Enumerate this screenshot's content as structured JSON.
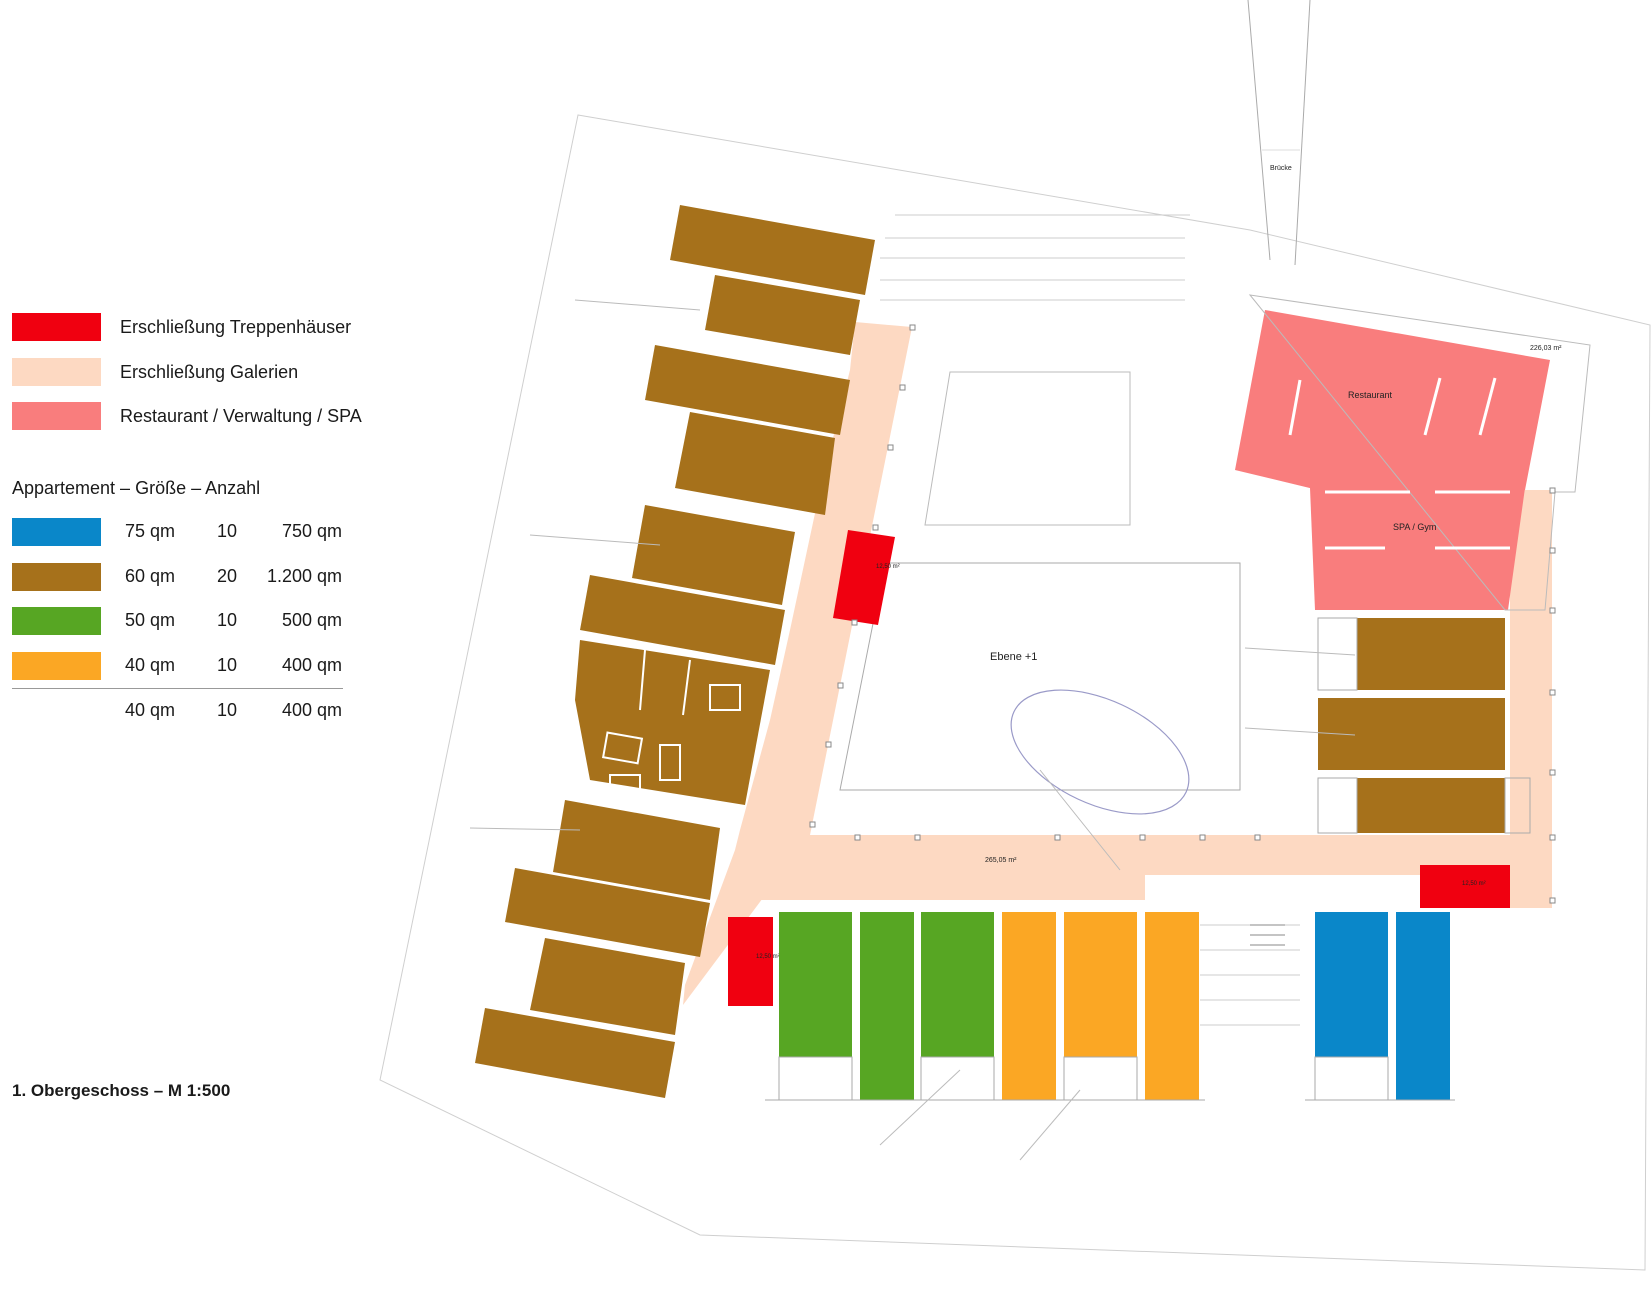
{
  "legend": {
    "items": [
      {
        "label": "Erschließung Treppenhäuser",
        "color": "#f00010"
      },
      {
        "label": "Erschließung Galerien",
        "color": "#fdd9c2"
      },
      {
        "label": "Restaurant / Verwaltung / SPA",
        "color": "#f97d7d"
      }
    ]
  },
  "apartments": {
    "heading": "Appartement – Größe – Anzahl",
    "rows": [
      {
        "size": "75 qm",
        "count": "10",
        "total": "750 qm",
        "color": "#0a87c9"
      },
      {
        "size": "60 qm",
        "count": "20",
        "total": "1.200 qm",
        "color": "#a6711b"
      },
      {
        "size": "50 qm",
        "count": "10",
        "total": "500 qm",
        "color": "#57a623"
      },
      {
        "size": "40 qm",
        "count": "10",
        "total": "400 qm",
        "color": "#fba724"
      }
    ],
    "summary": {
      "size": "40 qm",
      "count": "10",
      "total": "400 qm"
    }
  },
  "plan": {
    "caption": "1. Obergeschoss  –  M 1:500",
    "labels": {
      "bridge": "Brücke",
      "restaurant": "Restaurant",
      "spa": "SPA / Gym",
      "level": "Ebene +1",
      "area_restaurant": "226,03 m²",
      "area_gallery": "265,05 m²",
      "area_stair_1": "12,50 m²",
      "area_stair_2": "12,50 m²",
      "area_stair_3": "12,50 m²"
    },
    "colors": {
      "stair": "#f00010",
      "gallery": "#fdd9c2",
      "restaurant": "#f97d7d",
      "apt75": "#0a87c9",
      "apt60": "#a6711b",
      "apt50": "#57a623",
      "apt40": "#fba724"
    }
  }
}
